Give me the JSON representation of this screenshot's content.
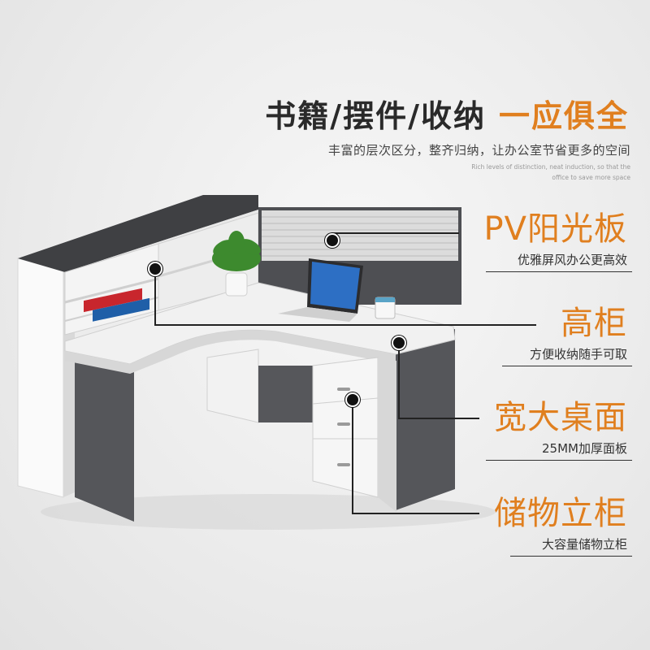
{
  "headline": {
    "part1": "书籍/摆件/收纳",
    "part2": "一应俱全",
    "subtitle": "丰富的层次区分，整齐归纳，让办公室节省更多的空间",
    "subtitle_en_line1": "Rich levels of distinction, neat induction, so that the",
    "subtitle_en_line2": "office to save more space"
  },
  "features": [
    {
      "title": "PV阳光板",
      "desc": "优雅屏风办公更高效"
    },
    {
      "title": "高柜",
      "desc": "方便收纳随手可取"
    },
    {
      "title": "宽大桌面",
      "desc": "25MM加厚面板"
    },
    {
      "title": "储物立柜",
      "desc": "大容量储物立柜"
    }
  ],
  "colors": {
    "accent": "#e07f1f",
    "panel_dark": "#545559",
    "panel_light": "#f2f2f2"
  }
}
